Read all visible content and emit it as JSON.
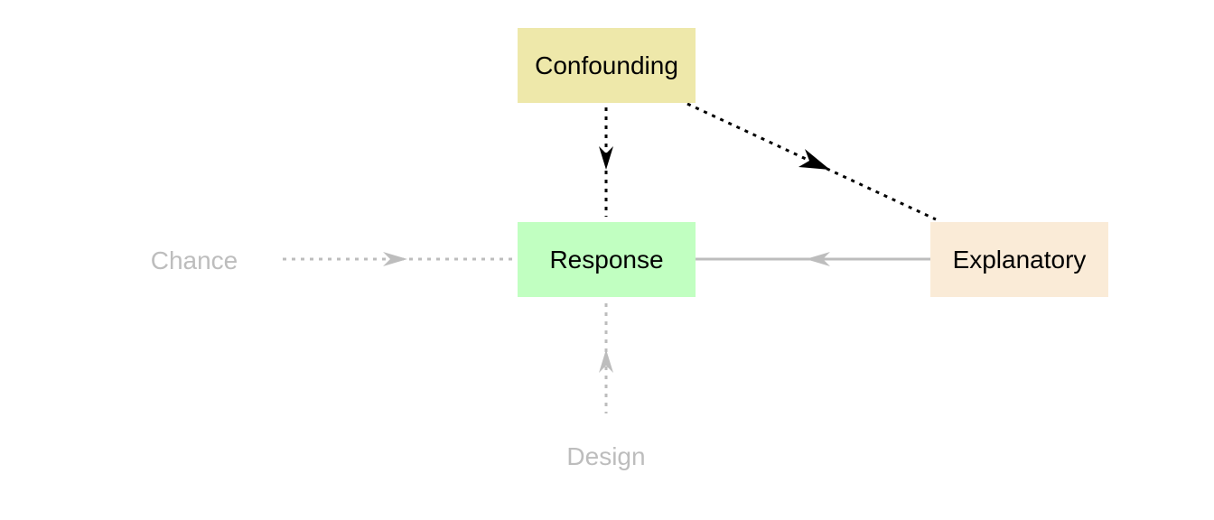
{
  "diagram": {
    "nodes": [
      {
        "id": "confounding",
        "label": "Confounding",
        "fill": "#eee8aa",
        "text_color": "#000000"
      },
      {
        "id": "response",
        "label": "Response",
        "fill": "#c1ffc1",
        "text_color": "#000000"
      },
      {
        "id": "explanatory",
        "label": "Explanatory",
        "fill": "#faebd7",
        "text_color": "#000000"
      },
      {
        "id": "chance",
        "label": "Chance",
        "fill": "none",
        "text_color": "#bdbdbd"
      },
      {
        "id": "design",
        "label": "Design",
        "fill": "none",
        "text_color": "#bdbdbd"
      }
    ],
    "edges": [
      {
        "from": "confounding",
        "to": "response",
        "style": "dotted",
        "color": "#000000"
      },
      {
        "from": "confounding",
        "to": "explanatory",
        "style": "dotted",
        "color": "#000000"
      },
      {
        "from": "explanatory",
        "to": "response",
        "style": "solid",
        "color": "#bdbdbd"
      },
      {
        "from": "chance",
        "to": "response",
        "style": "dotted",
        "color": "#bdbdbd"
      },
      {
        "from": "design",
        "to": "response",
        "style": "dotted",
        "color": "#bdbdbd"
      }
    ]
  }
}
